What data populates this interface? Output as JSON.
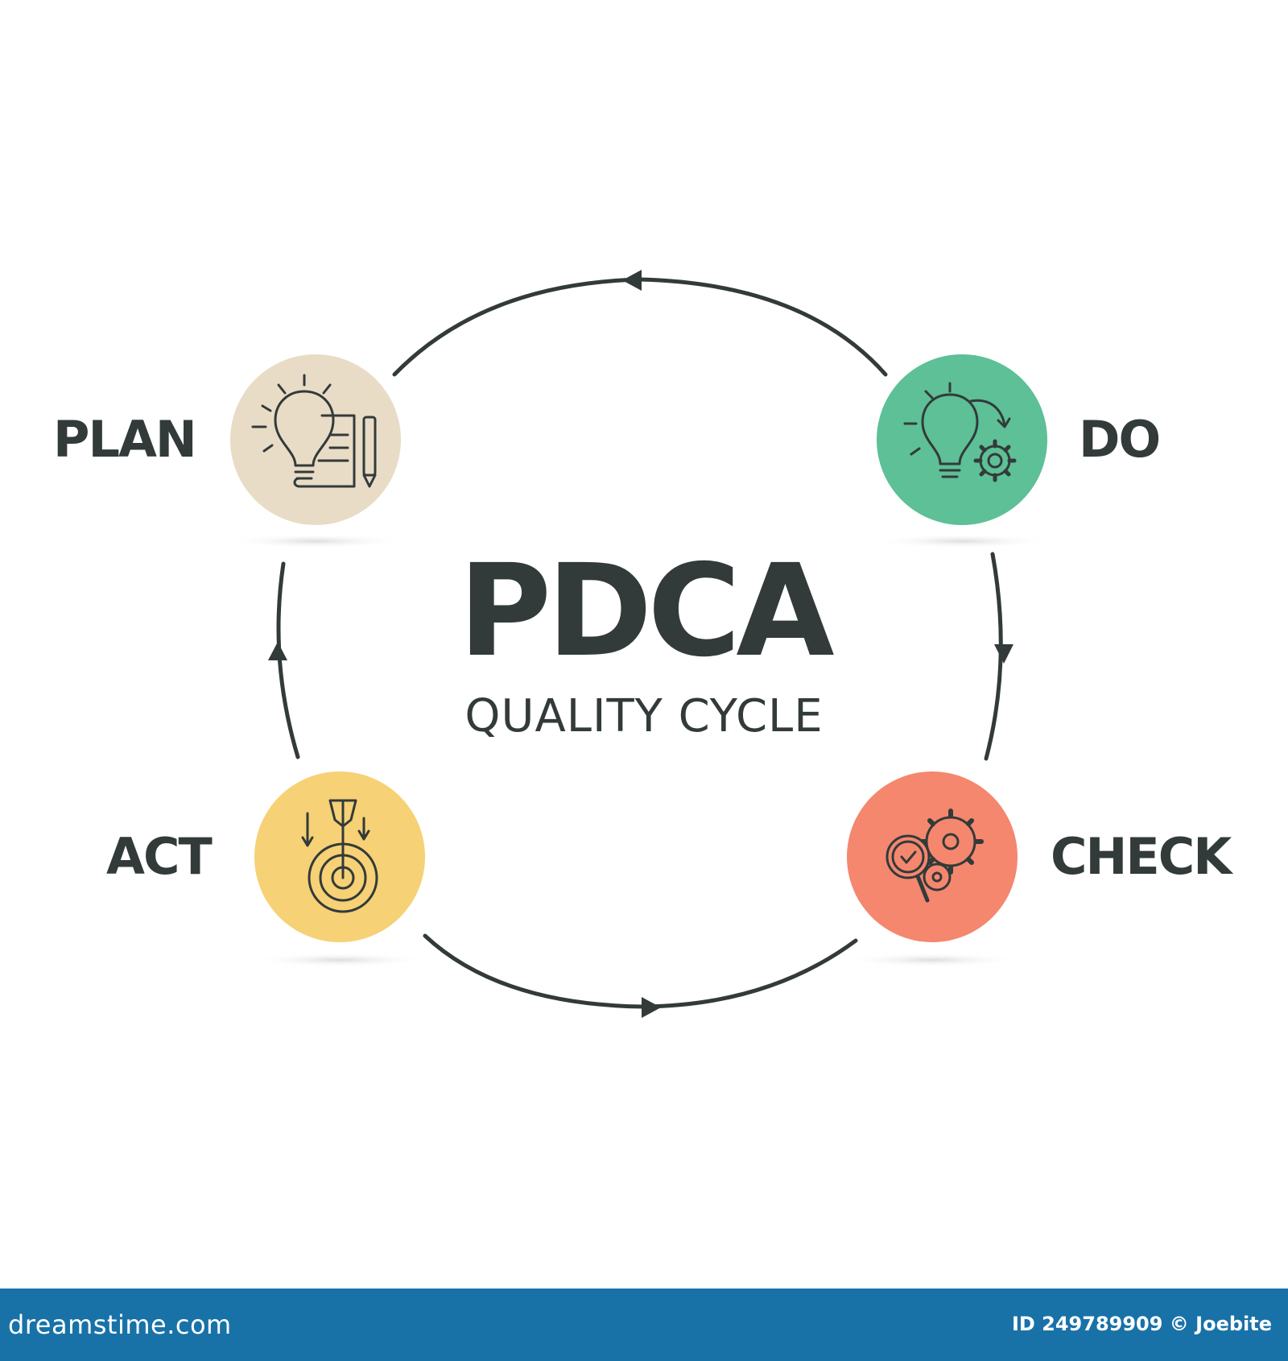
{
  "title": "PDCA",
  "subtitle": "QUALITY CYCLE",
  "steps": {
    "plan": {
      "label": "PLAN",
      "color": "#e8dcc6",
      "icon": "lightbulb-document-icon"
    },
    "do": {
      "label": "DO",
      "color": "#5dc096",
      "icon": "lightbulb-gear-icon"
    },
    "check": {
      "label": "CHECK",
      "color": "#f4876e",
      "icon": "magnifier-gears-icon"
    },
    "act": {
      "label": "ACT",
      "color": "#f6d175",
      "icon": "target-arrow-icon"
    }
  },
  "colors": {
    "text": "#333a3a",
    "arrow": "#333a3a",
    "footer": "#1872a8"
  },
  "footer": {
    "brand": "dreamstime.com",
    "id_text": "ID 249789909 © Joebite"
  }
}
